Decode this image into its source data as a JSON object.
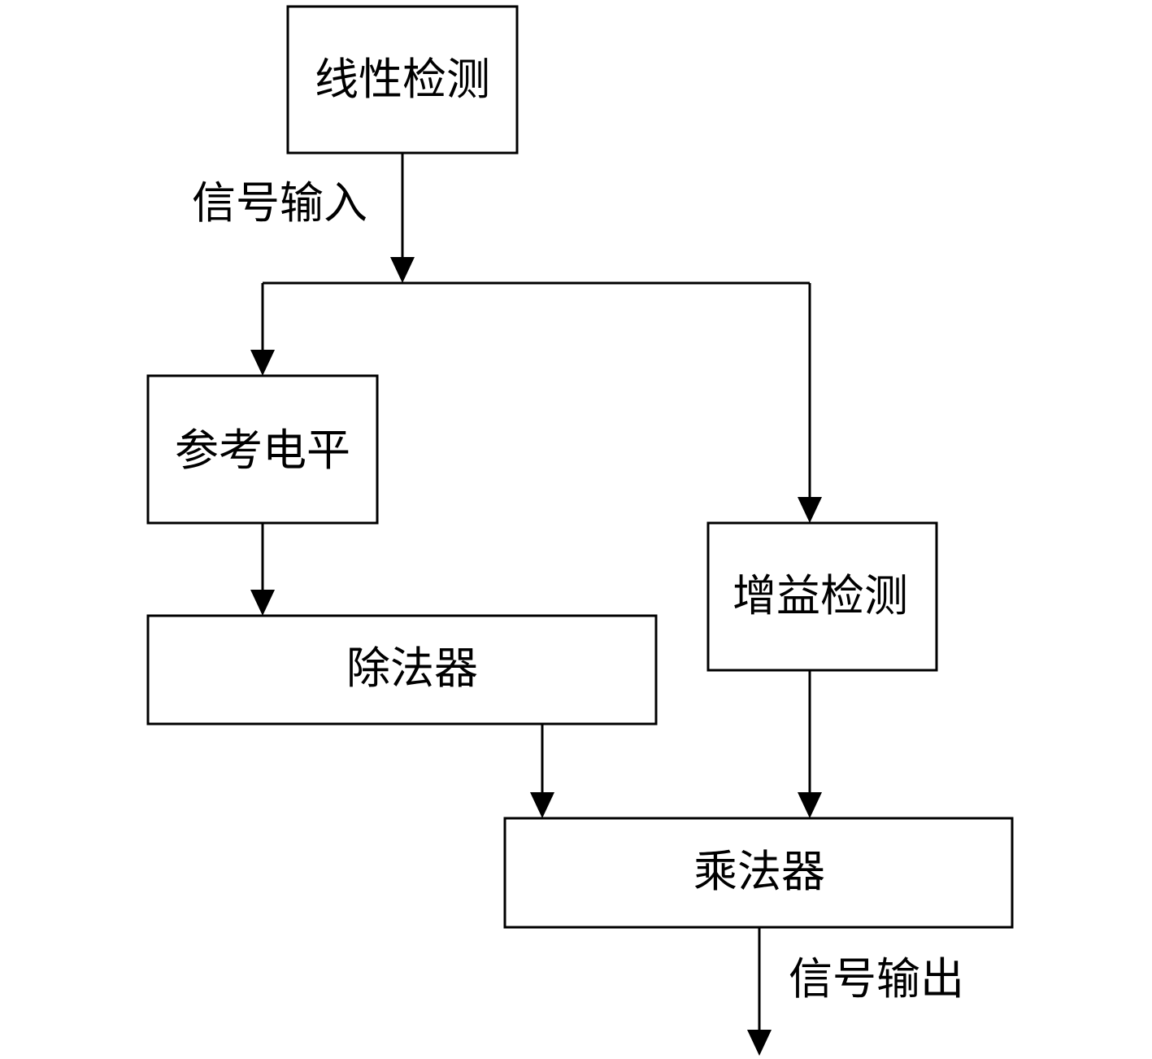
{
  "nodes": {
    "linear_detect": "线性检测",
    "reference_level": "参考电平",
    "divider": "除法器",
    "gain_detect": "增益检测",
    "multiplier": "乘法器"
  },
  "labels": {
    "signal_input": "信号输入",
    "signal_output": "信号输出"
  },
  "colors": {
    "stroke": "#000000",
    "background": "#ffffff"
  }
}
